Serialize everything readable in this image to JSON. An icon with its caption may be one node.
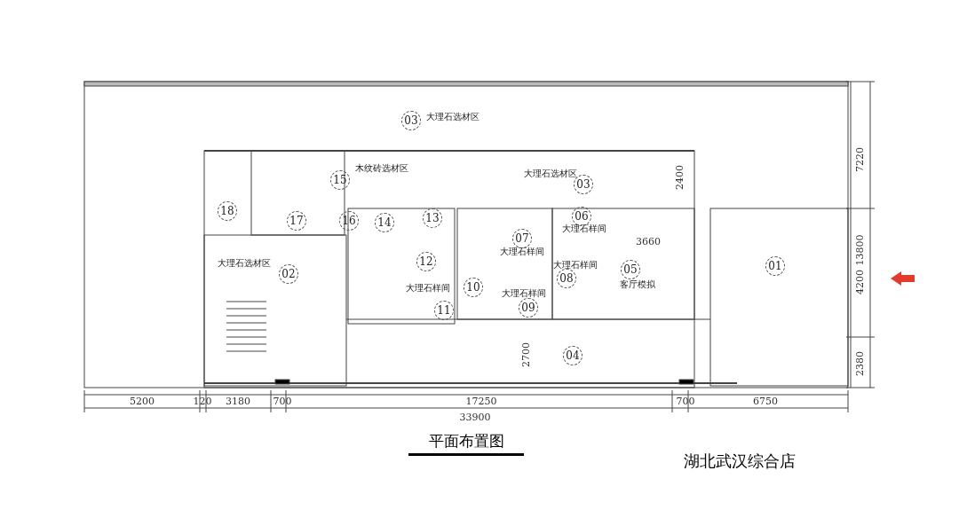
{
  "diagram": {
    "title": "平面布置图",
    "caption": "湖北武汉综合店",
    "labels": [
      "03",
      "大理石选材区",
      "15",
      "木纹砖选材区",
      "2400",
      "7220",
      "大理石选材区",
      "03",
      "18",
      "17",
      "16",
      "14",
      "13",
      "06",
      "大理石样间",
      "07",
      "大理石样间",
      "3660",
      "13800",
      "大理石选材区",
      "12",
      "02",
      "01",
      "05",
      "客厅模拟",
      "大理石样间",
      "08",
      "4200",
      "大理石样间",
      "10",
      "11",
      "大理石样间",
      "09",
      "2700",
      "04",
      "2380",
      "5200",
      "120",
      "3180",
      "700",
      "17250",
      "700",
      "6750",
      "33900"
    ]
  }
}
